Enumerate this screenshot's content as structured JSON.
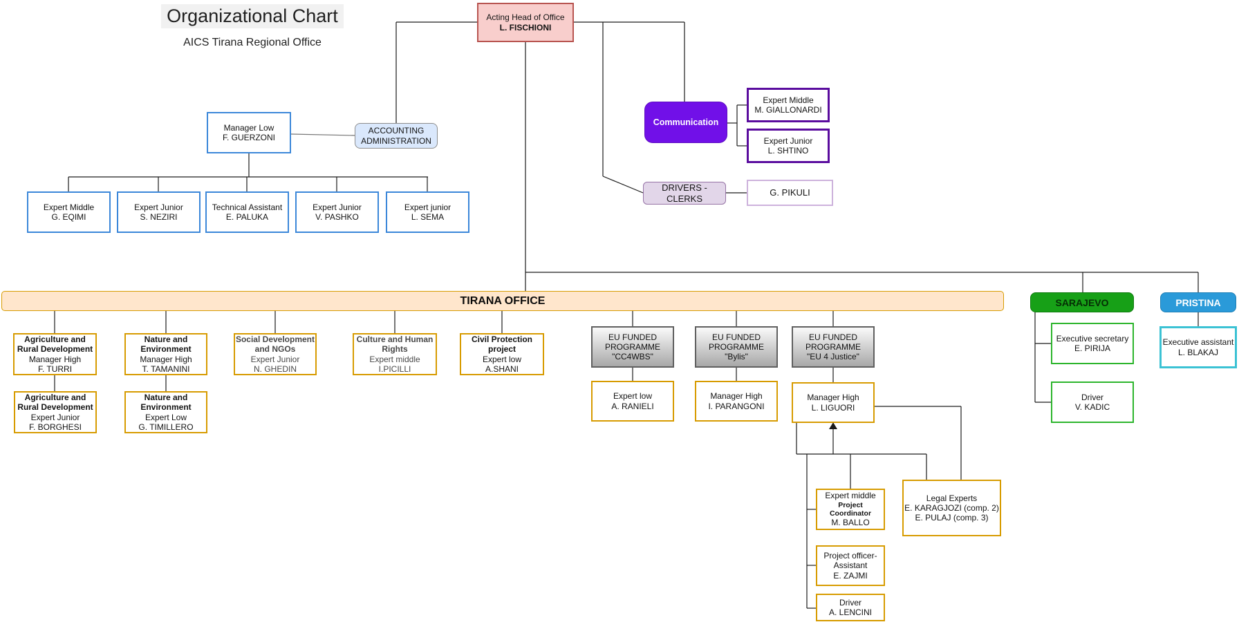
{
  "header": {
    "title": "Organizational Chart",
    "subtitle": "AICS Tirana Regional Office"
  },
  "root": {
    "title": "Acting Head of Office",
    "name": "L. FISCHIONI"
  },
  "accounting_admin": {
    "unit_label": "ACCOUNTING ADMINISTRATION",
    "manager": {
      "title": "Manager Low",
      "name": "F. GUERZONI"
    },
    "staff": [
      {
        "title": "Expert Middle",
        "name": "G. EQIMI"
      },
      {
        "title": "Expert Junior",
        "name": "S. NEZIRI"
      },
      {
        "title": "Technical Assistant",
        "name": "E. PALUKA"
      },
      {
        "title": "Expert Junior",
        "name": "V. PASHKO"
      },
      {
        "title": "Expert junior",
        "name": "L. SEMA"
      }
    ]
  },
  "communication": {
    "unit_label": "Communication",
    "staff": [
      {
        "title": "Expert Middle",
        "name": "M. GIALLONARDI"
      },
      {
        "title": "Expert Junior",
        "name": "L. SHTINO"
      }
    ]
  },
  "drivers_clerks": {
    "unit_label": "DRIVERS - CLERKS",
    "staff": [
      {
        "name": "G. PIKULI"
      }
    ]
  },
  "tirana_office": {
    "banner": "TIRANA OFFICE",
    "departments": [
      {
        "unit": "Agriculture and Rural Development",
        "title": "Manager High",
        "name": "F. TURRI"
      },
      {
        "unit": "Nature and Environment",
        "title": "Manager High",
        "name": "T. TAMANINI"
      },
      {
        "unit": "Social Development and NGOs",
        "title": "Expert Junior",
        "name": "N. GHEDIN"
      },
      {
        "unit": "Culture and Human Rights",
        "title": "Expert middle",
        "name": "I.PICILLI"
      },
      {
        "unit": "Civil Protection project",
        "title": "Expert low",
        "name": "A.SHANI"
      }
    ],
    "sub_departments": [
      {
        "unit": "Agriculture and Rural Development",
        "title": "Expert Junior",
        "name": "F. BORGHESI"
      },
      {
        "unit": "Nature and Environment",
        "title": "Expert Low",
        "name": "G. TIMILLERO"
      }
    ],
    "eu_programmes": [
      {
        "line1": "EU FUNDED",
        "line2": "PROGRAMME",
        "line3": "\"CC4WBS\"",
        "staff": {
          "title": "Expert low",
          "name": "A. RANIELI"
        }
      },
      {
        "line1": "EU FUNDED",
        "line2": "PROGRAMME",
        "line3": "\"Bylis\"",
        "staff": {
          "title": "Manager High",
          "name": "I. PARANGONI"
        }
      },
      {
        "line1": "EU FUNDED",
        "line2": "PROGRAMME",
        "line3": "\"EU 4 Justice\"",
        "staff": {
          "title": "Manager High",
          "name": "L. LIGUORI"
        }
      }
    ],
    "eu_justice_team": {
      "coordinator": {
        "title": "Expert middle",
        "role": "Project Coordinator",
        "name": "M. BALLO"
      },
      "legal": {
        "title": "Legal Experts",
        "name1": "E. KARAGJOZI (comp. 2)",
        "name2": "E. PULAJ (comp. 3)"
      },
      "officer": {
        "title": "Project officer-Assistant",
        "name": "E. ZAJMI"
      },
      "driver": {
        "title": "Driver",
        "name": "A. LENCINI"
      }
    }
  },
  "sarajevo_office": {
    "banner": "SARAJEVO",
    "staff": [
      {
        "title": "Executive secretary",
        "name": "E. PIRIJA"
      },
      {
        "title": "Driver",
        "name": "V. KADIC"
      }
    ]
  },
  "pristina_office": {
    "banner": "PRISTINA",
    "staff": [
      {
        "title": "Executive assistant",
        "name": "L. BLAKAJ"
      }
    ]
  }
}
